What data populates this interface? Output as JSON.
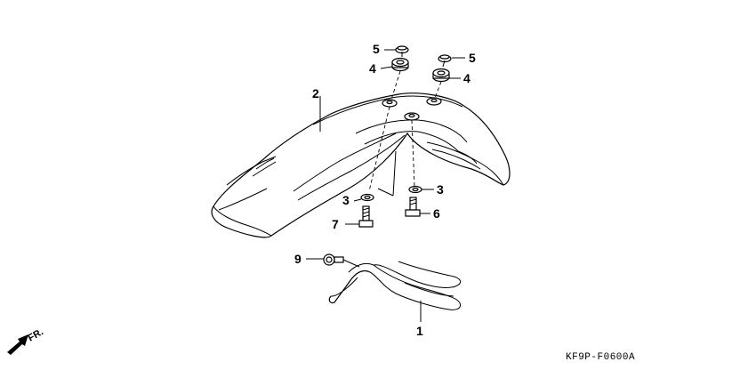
{
  "diagram": {
    "code": "KF9P-F0600A",
    "direction_label": "FR.",
    "callouts": [
      {
        "id": "c1",
        "label": "1"
      },
      {
        "id": "c2",
        "label": "2"
      },
      {
        "id": "c3a",
        "label": "3"
      },
      {
        "id": "c3b",
        "label": "3"
      },
      {
        "id": "c4a",
        "label": "4"
      },
      {
        "id": "c4b",
        "label": "4"
      },
      {
        "id": "c5a",
        "label": "5"
      },
      {
        "id": "c5b",
        "label": "5"
      },
      {
        "id": "c6",
        "label": "6"
      },
      {
        "id": "c7",
        "label": "7"
      },
      {
        "id": "c9",
        "label": "9"
      }
    ]
  }
}
